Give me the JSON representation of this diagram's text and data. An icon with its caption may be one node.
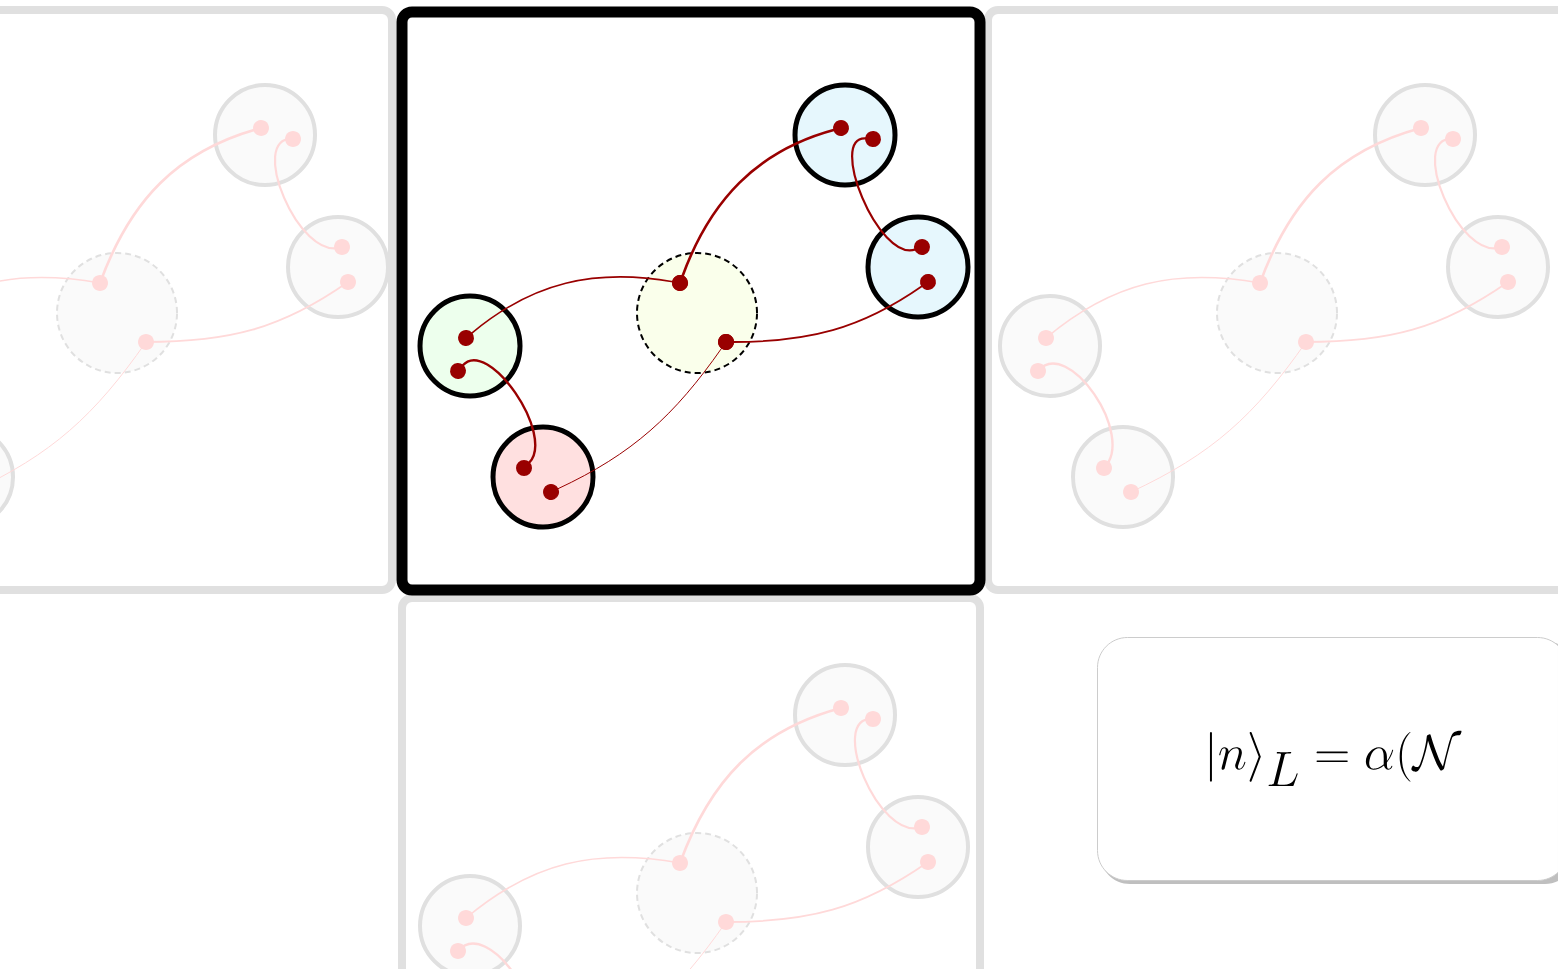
{
  "diagram": {
    "nodes": [
      {
        "text": [],
        "shape": "box"
      },
      {
        "text": [],
        "shape": "circle",
        "in": 0
      },
      {
        "text": [],
        "shape": "circle",
        "in": 0
      },
      {
        "text": [],
        "shape": "circle",
        "in": 0
      },
      {
        "text": [],
        "shape": "circle",
        "in": 0
      },
      {
        "text": [],
        "shape": "circle",
        "in": 0
      },
      {
        "text": [
          "|n\\rangle_L = \\alpha(\\mathcal{N}"
        ]
      }
    ],
    "edges": [
      {
        "from": 1,
        "to": 3,
        "arrow": "other"
      },
      {
        "from": 3,
        "to": 4,
        "arrow": "other"
      },
      {
        "from": 4,
        "to": 5,
        "arrow": "other"
      },
      {
        "from": 5,
        "to": 3,
        "arrow": "other"
      },
      {
        "from": 3,
        "to": 2,
        "arrow": "other"
      },
      {
        "from": 1,
        "to": 2,
        "arrow": "other"
      }
    ]
  }
}
